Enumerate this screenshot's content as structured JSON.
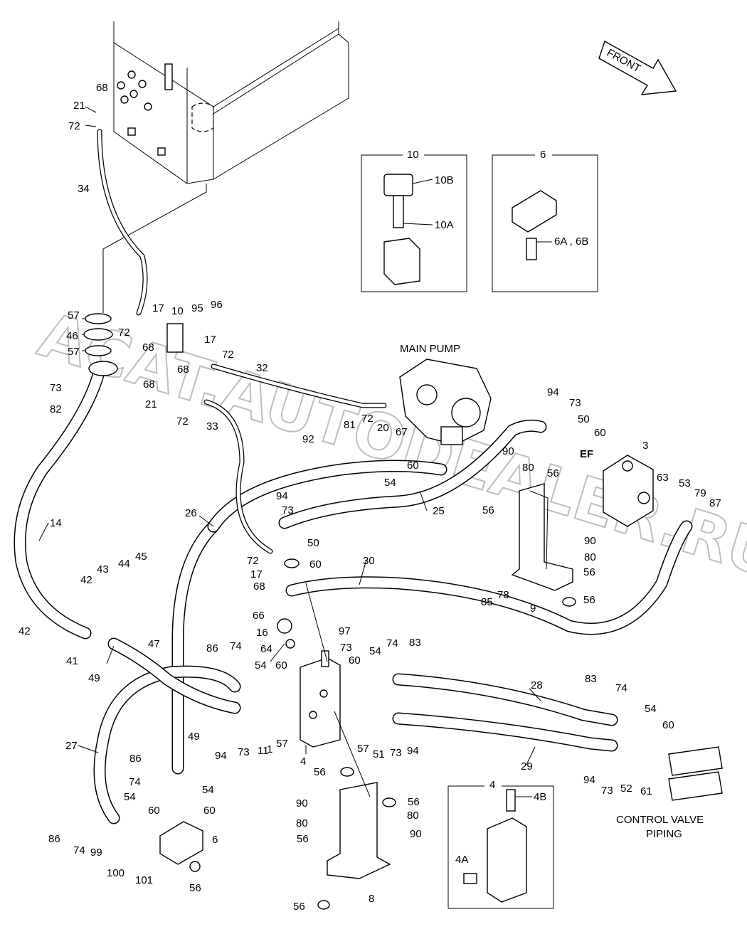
{
  "direction_label": "FRONT",
  "watermark": "ACAT.AUTODEALER.RU",
  "captions": {
    "main_pump": "MAIN PUMP",
    "control_valve_line1": "CONTROL VALVE",
    "control_valve_line2": "PIPING",
    "ef": "EF"
  },
  "detail_boxes": [
    {
      "number": "10",
      "labels": [
        "10B",
        "10A"
      ]
    },
    {
      "number": "6",
      "labels": [
        "6A , 6B"
      ]
    },
    {
      "number": "4",
      "labels": [
        "4B",
        "4A"
      ]
    }
  ],
  "callouts": [
    "1",
    "3",
    "4",
    "6",
    "8",
    "9",
    "10",
    "11",
    "14",
    "16",
    "17",
    "20",
    "21",
    "25",
    "26",
    "27",
    "28",
    "29",
    "30",
    "32",
    "33",
    "34",
    "41",
    "42",
    "43",
    "44",
    "45",
    "46",
    "47",
    "49",
    "50",
    "51",
    "52",
    "53",
    "54",
    "56",
    "57",
    "60",
    "61",
    "63",
    "64",
    "66",
    "67",
    "68",
    "72",
    "73",
    "74",
    "78",
    "79",
    "80",
    "81",
    "82",
    "83",
    "85",
    "86",
    "87",
    "90",
    "92",
    "94",
    "95",
    "96",
    "97",
    "99",
    "100",
    "101"
  ]
}
